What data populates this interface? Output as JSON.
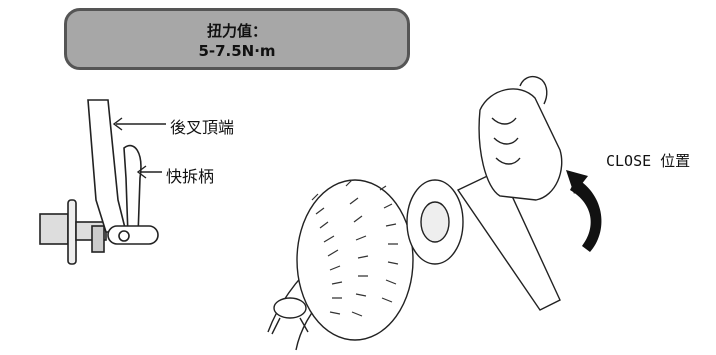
{
  "torque_box": {
    "title": "扭力值：",
    "value": "5-7.5N·m"
  },
  "labels": {
    "rear_dropout": "後叉頂端",
    "quick_release": "快拆柄",
    "close_position": "CLOSE 位置"
  },
  "colors": {
    "box_fill": "#a7a7a7",
    "box_border": "#555555",
    "arrow": "#111111"
  }
}
